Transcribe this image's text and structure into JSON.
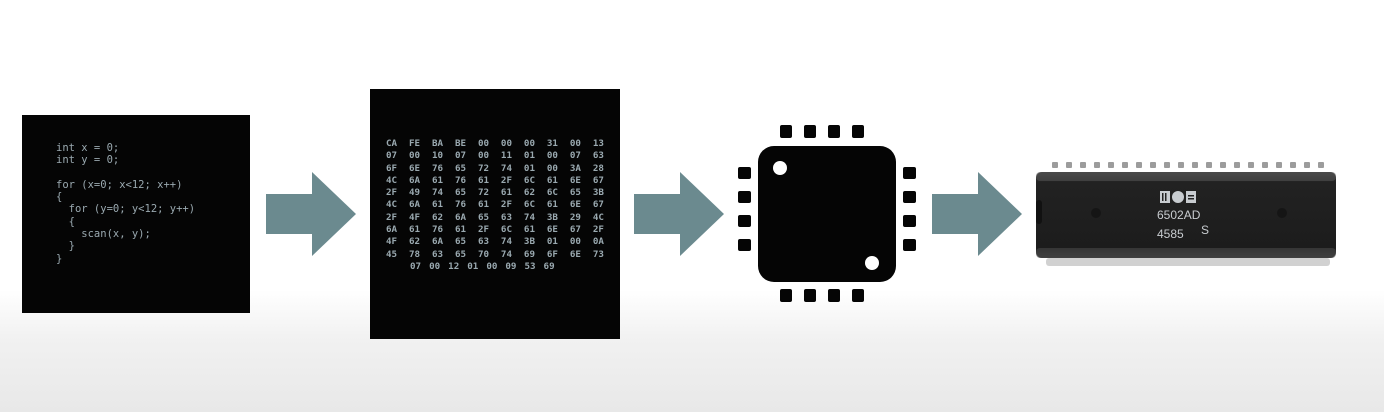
{
  "code": {
    "lines": [
      "int x = 0;",
      "int y = 0;",
      "",
      "for (x=0; x<12; x++)",
      "{",
      "  for (y=0; y<12; y++)",
      "  {",
      "    scan(x, y);",
      "  }",
      "}"
    ]
  },
  "hex": {
    "rows": [
      [
        "CA",
        "FE",
        "BA",
        "BE",
        "00",
        "00",
        "00",
        "31",
        "00",
        "13"
      ],
      [
        "07",
        "00",
        "10",
        "07",
        "00",
        "11",
        "01",
        "00",
        "07",
        "63"
      ],
      [
        "6F",
        "6E",
        "76",
        "65",
        "72",
        "74",
        "01",
        "00",
        "3A",
        "28"
      ],
      [
        "4C",
        "6A",
        "61",
        "76",
        "61",
        "2F",
        "6C",
        "61",
        "6E",
        "67"
      ],
      [
        "2F",
        "49",
        "74",
        "65",
        "72",
        "61",
        "62",
        "6C",
        "65",
        "3B"
      ],
      [
        "4C",
        "6A",
        "61",
        "76",
        "61",
        "2F",
        "6C",
        "61",
        "6E",
        "67"
      ],
      [
        "2F",
        "4F",
        "62",
        "6A",
        "65",
        "63",
        "74",
        "3B",
        "29",
        "4C"
      ],
      [
        "6A",
        "61",
        "76",
        "61",
        "2F",
        "6C",
        "61",
        "6E",
        "67",
        "2F"
      ],
      [
        "4F",
        "62",
        "6A",
        "65",
        "63",
        "74",
        "3B",
        "01",
        "00",
        "0A"
      ],
      [
        "45",
        "78",
        "63",
        "65",
        "70",
        "74",
        "69",
        "6F",
        "6E",
        "73"
      ],
      [
        "07",
        "00",
        "12",
        "01",
        "00",
        "09",
        "53",
        "69"
      ]
    ]
  },
  "chip": {
    "markings": {
      "part_number": "6502AD",
      "date_code": "4585",
      "suffix": "S"
    }
  },
  "icons": {
    "arrow": "right-arrow-icon",
    "chip": "microchip-icon",
    "logo": "mos-logo"
  },
  "colors": {
    "arrow": "#6b8a8f",
    "panel": "#050505",
    "code_text": "#9aa9b0"
  }
}
